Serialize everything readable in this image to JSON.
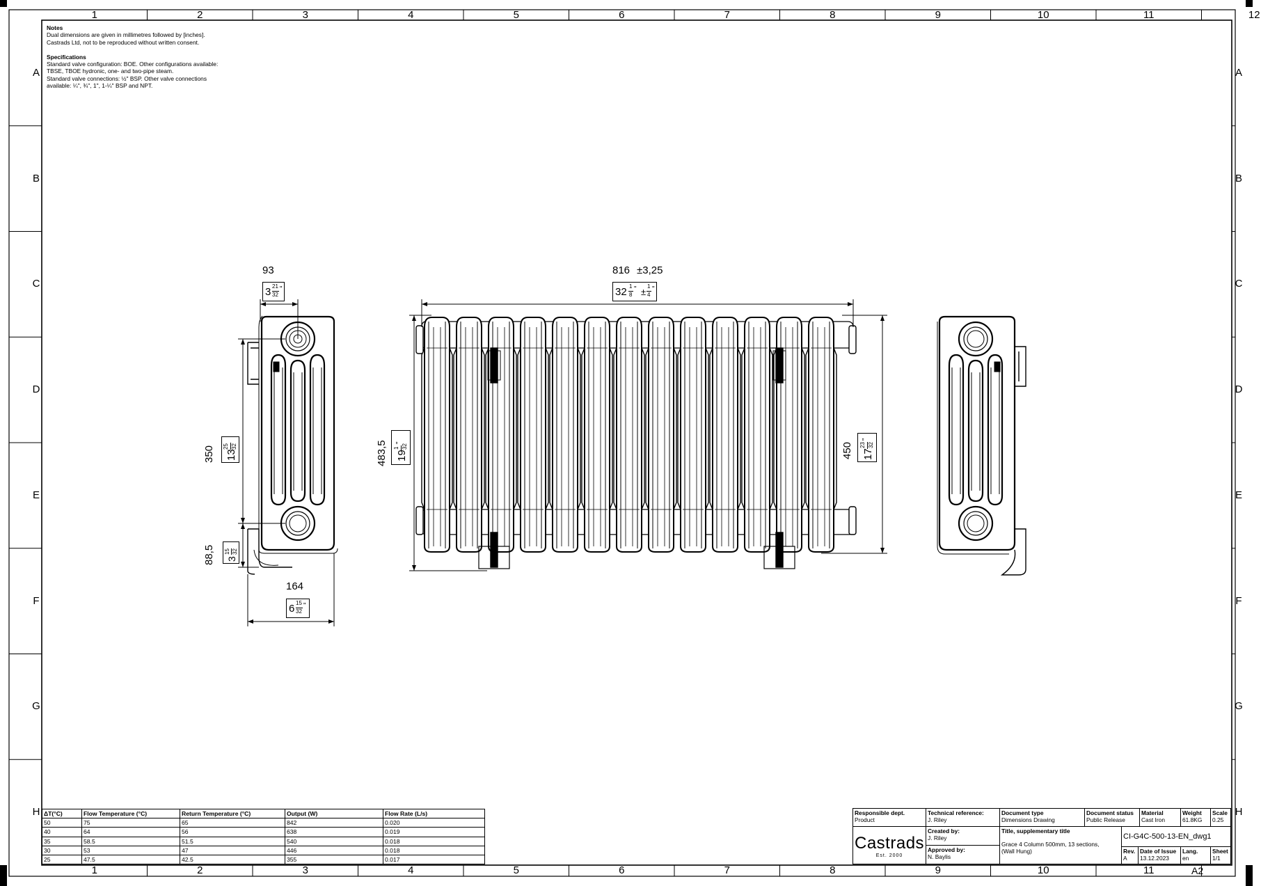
{
  "zones": {
    "columns": [
      "1",
      "2",
      "3",
      "4",
      "5",
      "6",
      "7",
      "8",
      "9",
      "10",
      "11",
      "12"
    ],
    "rows": [
      "A",
      "B",
      "C",
      "D",
      "E",
      "F",
      "G",
      "H"
    ]
  },
  "notes": {
    "heading": "Notes",
    "line1": "Dual dimensions are given in millimetres followed by [inches].",
    "line2": "Castrads Ltd, not to be reproduced without written consent.",
    "spec_heading": "Specifications",
    "spec1": "Standard valve configuration: BOE. Other configurations available:",
    "spec2": "TBSE, TBOE hydronic, one- and two-pipe steam.",
    "spec3": "Standard valve connections: ½\" BSP. Other valve connections",
    "spec4": "available: ¼\", ¾\", 1\", 1-¼\" BSP and NPT."
  },
  "dimensions": {
    "side_top_mm": "93",
    "side_top_in_whole": "3",
    "side_top_in_num": "21",
    "side_top_in_den": "32",
    "side_centres_mm": "350",
    "side_centres_in_whole": "13",
    "side_centres_in_num": "25",
    "side_centres_in_den": "32",
    "side_bottom_mm": "88,5",
    "side_bottom_in_whole": "3",
    "side_bottom_in_num": "15",
    "side_bottom_in_den": "32",
    "side_depth_mm": "164",
    "side_depth_in_whole": "6",
    "side_depth_in_num": "15",
    "side_depth_in_den": "32",
    "front_width_mm": "816",
    "front_width_tol_mm": "±3,25",
    "front_width_in_whole": "32",
    "front_width_in_num": "1",
    "front_width_in_den": "8",
    "front_width_tol_in_sign": "±",
    "front_width_tol_in_num": "1",
    "front_width_tol_in_den": "4",
    "front_height_mm": "483,5",
    "front_height_in_whole": "19",
    "front_height_in_num": "1",
    "front_height_in_den": "32",
    "front_section_height_mm": "450",
    "front_section_height_in_whole": "17",
    "front_section_height_in_num": "23",
    "front_section_height_in_den": "32",
    "inch_mark": "\""
  },
  "performance_table": {
    "headers": [
      "ΔT(°C)",
      "Flow Temperature (°C)",
      "Return Temperature (°C)",
      "Output (W)",
      "Flow Rate (L/s)"
    ],
    "rows": [
      [
        "50",
        "75",
        "65",
        "842",
        "0.020"
      ],
      [
        "40",
        "64",
        "56",
        "638",
        "0.019"
      ],
      [
        "35",
        "58.5",
        "51.5",
        "540",
        "0.018"
      ],
      [
        "30",
        "53",
        "47",
        "446",
        "0.018"
      ],
      [
        "25",
        "47.5",
        "42.5",
        "355",
        "0.017"
      ]
    ]
  },
  "title_block": {
    "responsible_dept_label": "Responsible dept.",
    "responsible_dept": "Product",
    "technical_ref_label": "Technical reference:",
    "technical_ref": "J. Riley",
    "document_type_label": "Document type",
    "document_type": "Dimensions Drawing",
    "document_status_label": "Document status",
    "document_status": "Public Release",
    "material_label": "Material",
    "material": "Cast Iron",
    "weight_label": "Weight",
    "weight": "61.8KG",
    "scale_label": "Scale",
    "scale": "0.25",
    "logo": "Castrads",
    "logo_est": "Est. 2000",
    "created_by_label": "Created by:",
    "created_by": "J. Riley",
    "approved_by_label": "Approved by:",
    "approved_by": "N. Baylis",
    "title_label": "Title, supplementary title",
    "title_line1": "Grace 4 Column 500mm, 13 sections,",
    "title_line2": "(Wall Hung)",
    "drawing_number": "CI-G4C-500-13-EN_dwg1",
    "rev_label": "Rev.",
    "rev": "A",
    "date_label": "Date of Issue",
    "date": "13.12.2023",
    "lang_label": "Lang.",
    "lang": "en",
    "sheet_label": "Sheet",
    "sheet": "1/1",
    "sheet_size": "A2"
  }
}
